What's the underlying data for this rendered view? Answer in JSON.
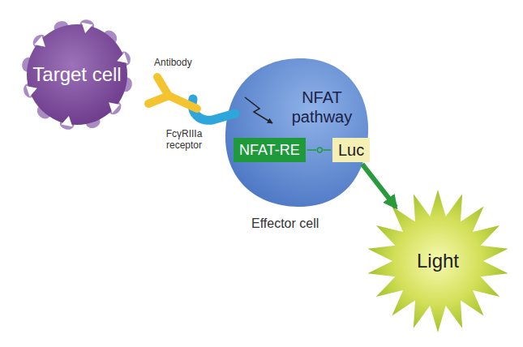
{
  "diagram": {
    "nodes": [
      {
        "text": [
          "Target cell"
        ]
      },
      {
        "text": [
          "NFAT pathway",
          "Effector cell"
        ]
      },
      {
        "text": [
          "NFAT-RE"
        ],
        "in": 1
      },
      {
        "text": [
          "Luc"
        ],
        "in": 1
      },
      {
        "text": [
          "Light"
        ]
      }
    ],
    "edges": [
      {
        "from": 3,
        "to": 4,
        "arrow": "to"
      }
    ],
    "labels": [
      "Antibody",
      "FcγRIIIa receptor"
    ]
  }
}
